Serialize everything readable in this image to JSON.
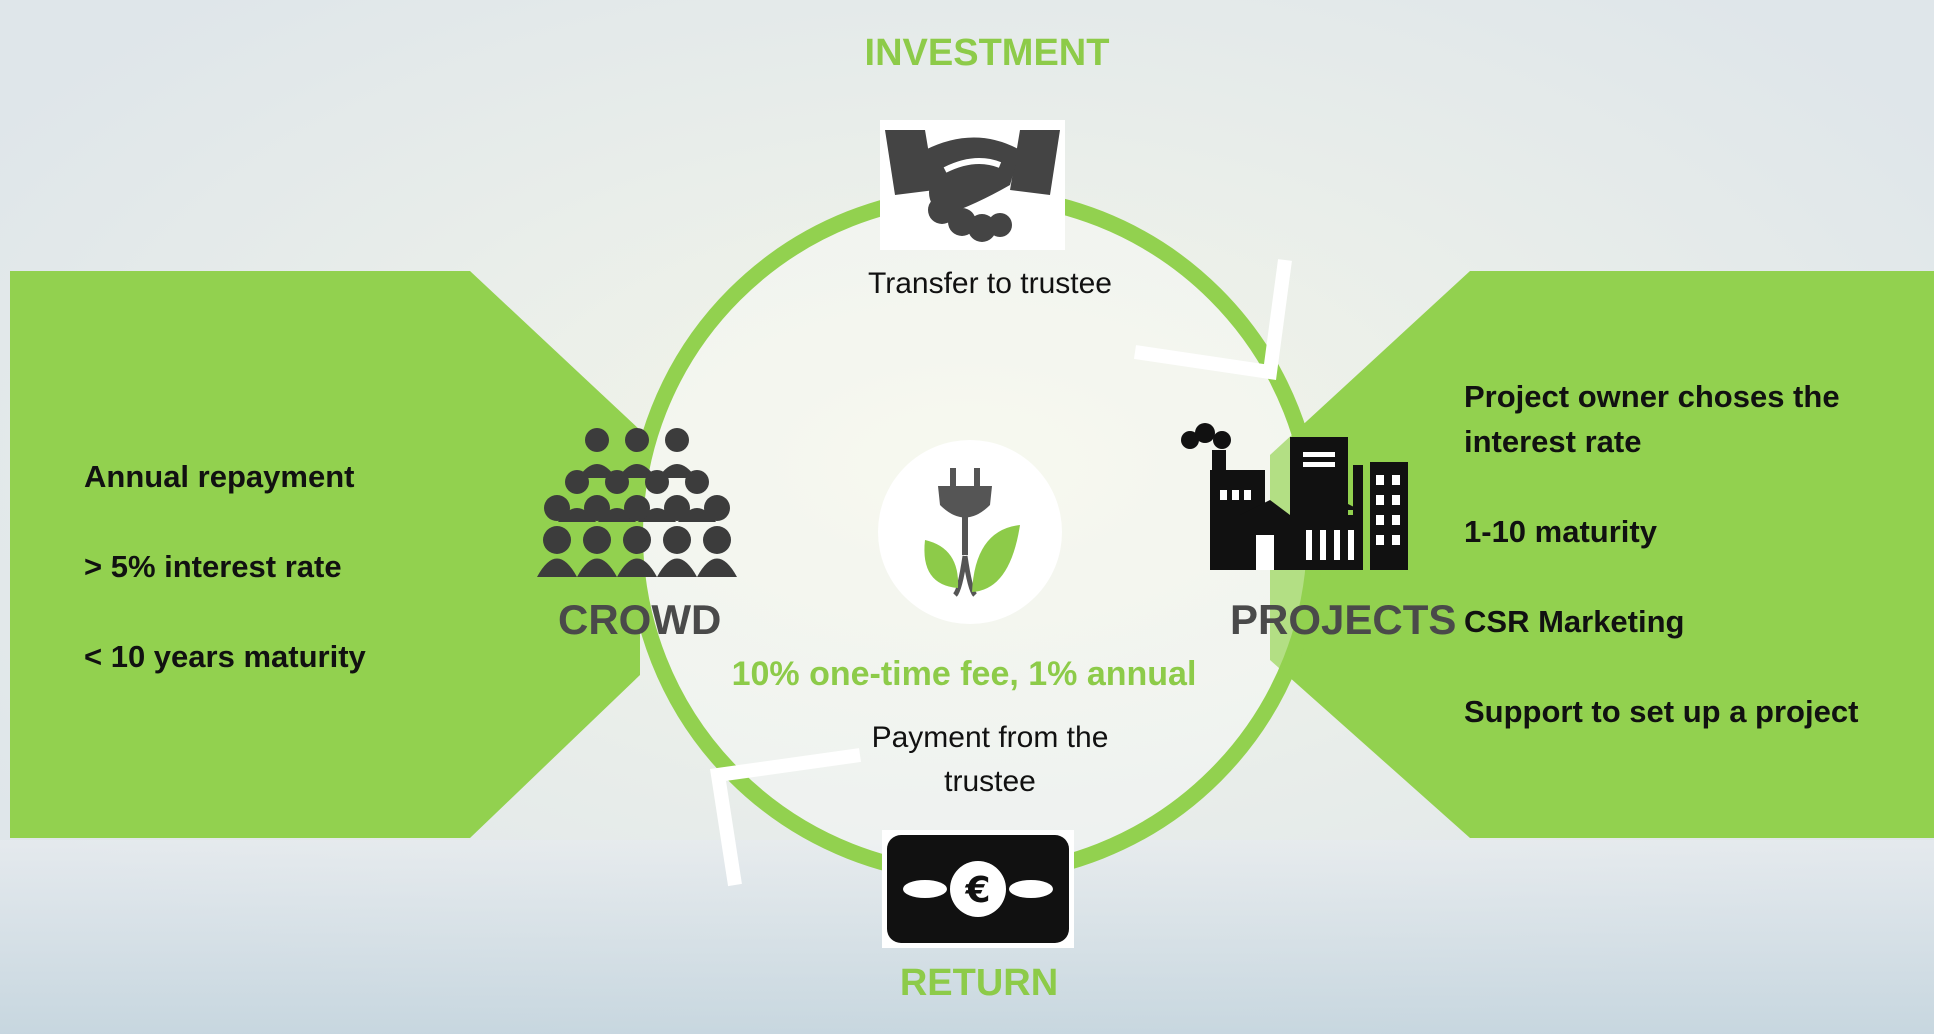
{
  "title": "INVESTMENT",
  "bottom_label": "RETURN",
  "left_panel": {
    "heading": "CROWD",
    "items": [
      "Annual repayment",
      "> 5% interest rate",
      "< 10 years maturity"
    ]
  },
  "right_panel": {
    "heading": "PROJECTS",
    "items": [
      "Project owner choses  the",
      "interest rate",
      "",
      "1-10 maturity",
      "",
      "CSR Marketing",
      "",
      "Support to set up a project"
    ]
  },
  "cycle": {
    "top_step": "Transfer to trustee",
    "bottom_step_line1": "Payment from the",
    "bottom_step_line2": "trustee",
    "fee_text": "10% one-time fee, 1% annual"
  },
  "icons": {
    "top": "handshake-icon",
    "bottom": "euro-banknote-icon",
    "left": "crowd-icon",
    "right": "factory-buildings-icon",
    "center": "green-plug-leaf-icon"
  },
  "colors": {
    "green": "#92d14f",
    "green_text": "#8dcb49",
    "dark": "#111111",
    "grey_text": "#4a4a4a"
  }
}
